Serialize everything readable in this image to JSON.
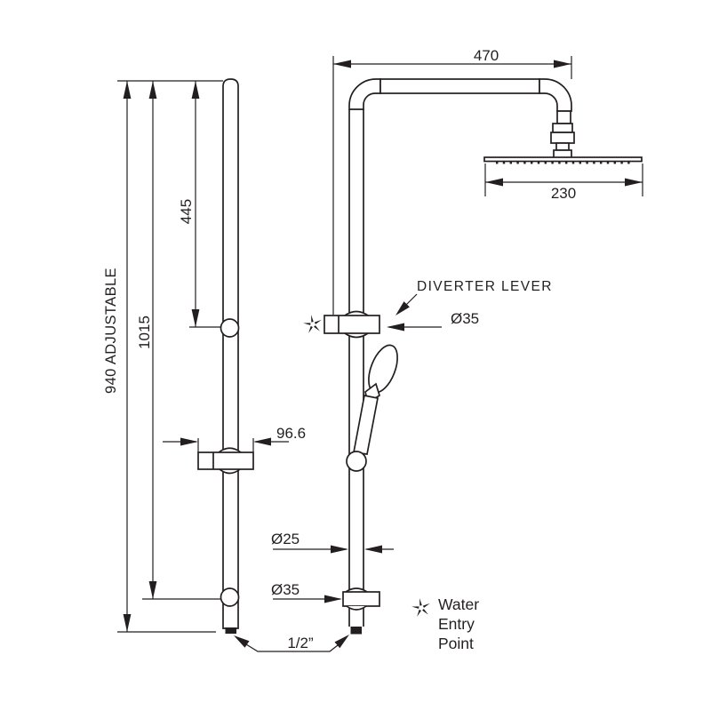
{
  "colors": {
    "line": "#231f20",
    "background": "#ffffff"
  },
  "dims": {
    "arm_length": "470",
    "head_width": "230",
    "upper_section": "445",
    "overall_height": "1015",
    "adjustable_height": "940 ADJUSTABLE",
    "bracket_width": "96.6",
    "diverter_diameter": "Ø35",
    "riser_diameter": "Ø25",
    "inlet_diameter": "Ø35",
    "thread_size": "1/2”"
  },
  "labels": {
    "diverter": "DIVERTER LEVER",
    "water_entry": {
      "line1": "Water",
      "line2": "Entry",
      "line3": "Point"
    }
  }
}
